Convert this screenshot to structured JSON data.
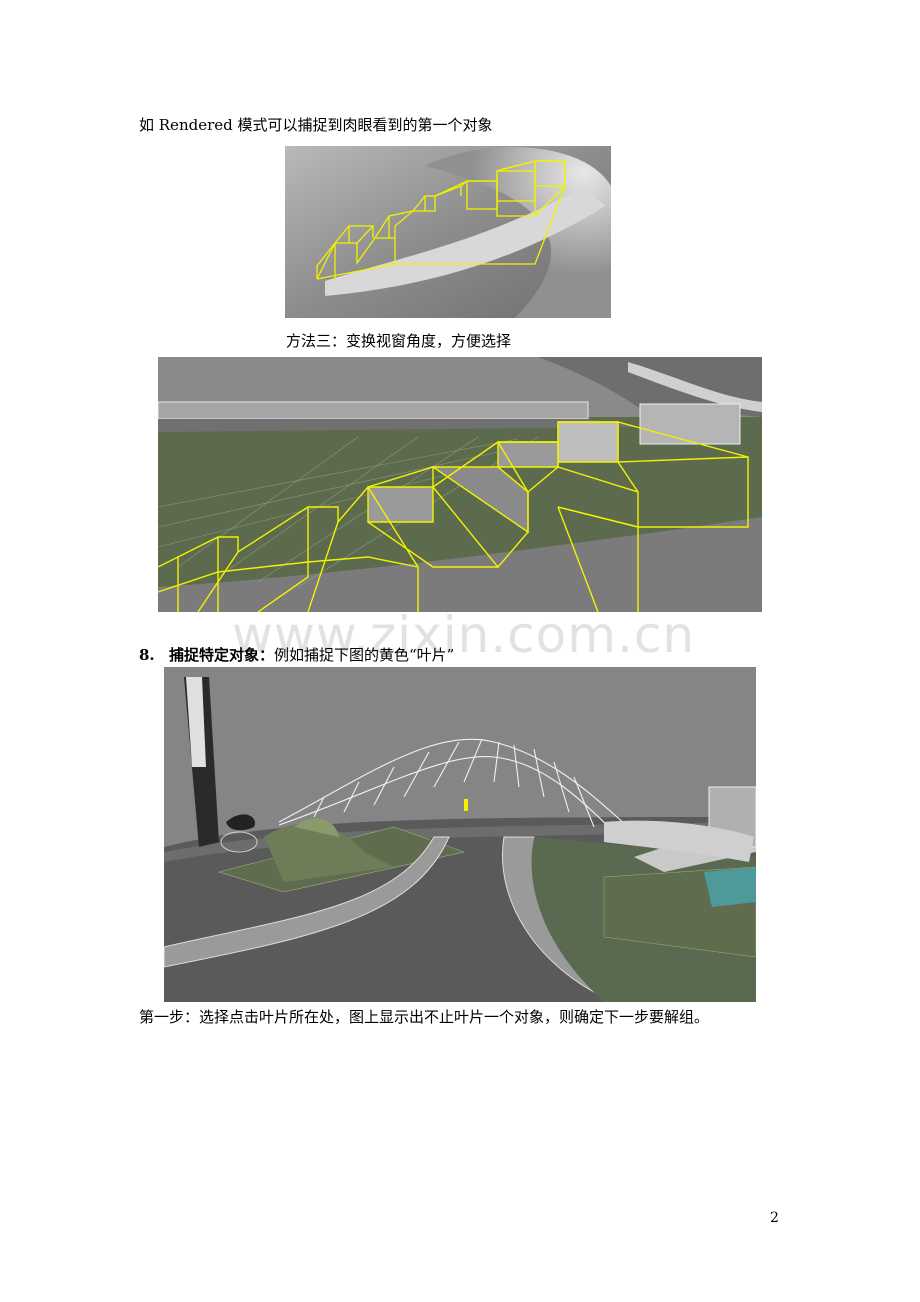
{
  "paragraphs": {
    "p1": "如 Rendered 模式可以捕捉到肉眼看到的第一个对象",
    "caption_method3": "方法三：变换视窗角度，方便选择",
    "section8_number": "8.",
    "section8_heading": "捕捉特定对象：",
    "section8_text": "例如捕捉下图的黄色“叶片”",
    "step1": "第一步：选择点击叶片所在处，图上显示出不止叶片一个对象，则确定下一步要解组。"
  },
  "watermark": "www.zixin.com.cn",
  "page_number": "2",
  "colors": {
    "highlight_yellow": "#f2f200",
    "viewport_gray": "#8a8a8a",
    "grass_green": "#5c6b4e",
    "water_teal": "#4e9a9a"
  }
}
